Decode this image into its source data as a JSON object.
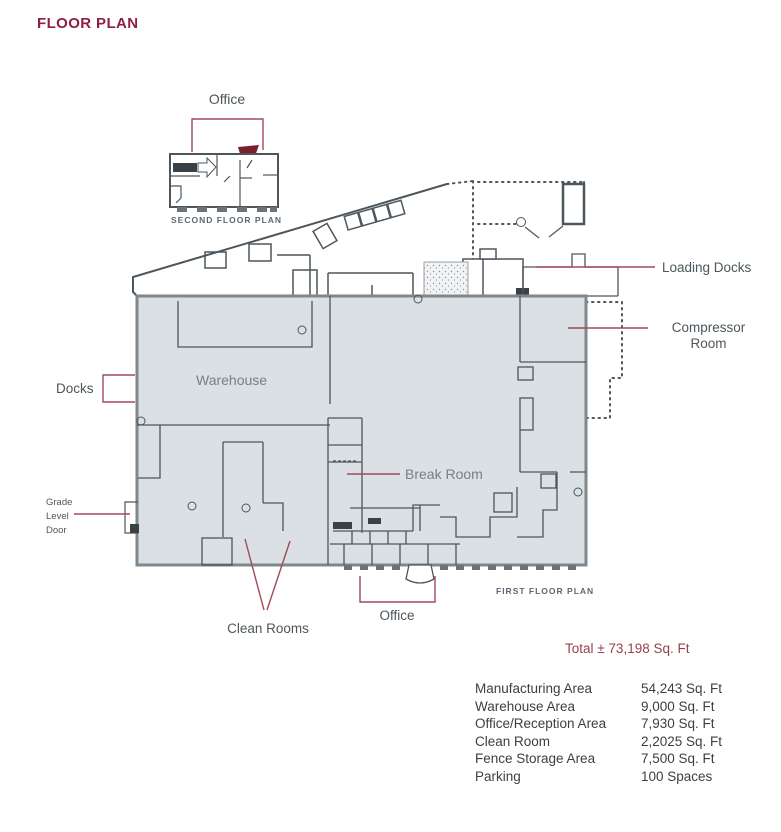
{
  "page": {
    "title": "FLOOR PLAN"
  },
  "colors": {
    "accent_maroon": "#8e1f41",
    "callout_line": "#a04a59",
    "wall_gray": "#4d565c",
    "building_fill": "#dae0e3",
    "building_border": "#7e888e",
    "room_label_gray": "#75808a",
    "total_text": "#95424f",
    "table_text": "#3b4045"
  },
  "second_floor": {
    "office_label": "Office",
    "caption": "SECOND FLOOR PLAN"
  },
  "first_floor": {
    "caption": "FIRST FLOOR PLAN",
    "rooms": {
      "warehouse": "Warehouse",
      "break_room": "Break Room",
      "clean_rooms": "Clean Rooms",
      "office": "Office"
    },
    "callouts": {
      "docks": "Docks",
      "grade_level_door_lines": [
        "Grade",
        "Level",
        "Door"
      ],
      "loading_docks": "Loading Docks",
      "compressor_room": "Compressor Room"
    }
  },
  "summary": {
    "total": "Total ± 73,198 Sq. Ft",
    "rows": [
      {
        "label": "Manufacturing Area",
        "value": "54,243 Sq. Ft"
      },
      {
        "label": "Warehouse Area",
        "value": "9,000 Sq. Ft"
      },
      {
        "label": "Office/Reception Area",
        "value": "7,930 Sq. Ft"
      },
      {
        "label": "Clean Room",
        "value": "2,2025 Sq. Ft"
      },
      {
        "label": "Fence Storage Area",
        "value": "7,500 Sq. Ft"
      },
      {
        "label": "Parking",
        "value": "100 Spaces"
      }
    ]
  }
}
